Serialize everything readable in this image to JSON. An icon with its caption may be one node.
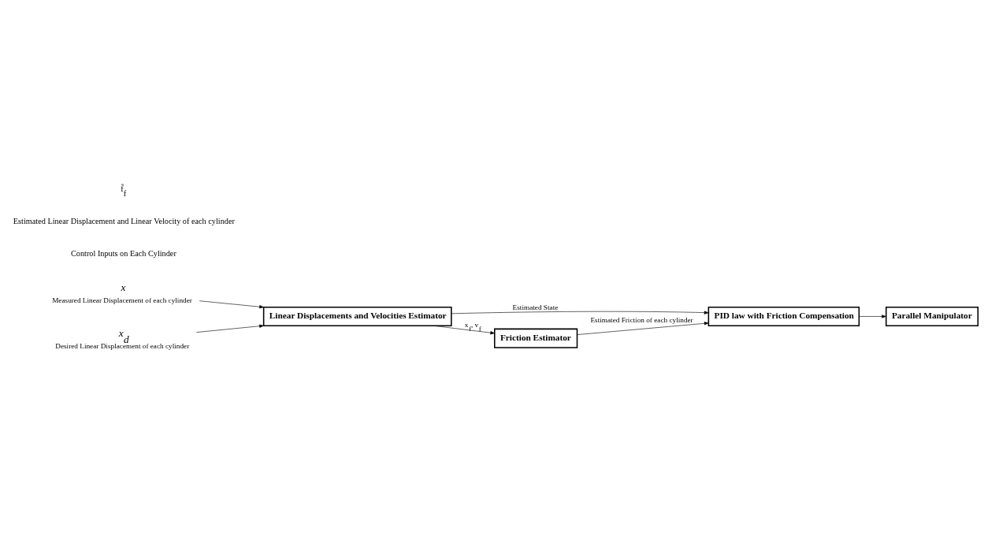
{
  "diagram": {
    "nodes": [
      {
        "text": [
          "x"
        ],
        "beside": [
          "Measured Linear Displacement of each cylinder"
        ]
      },
      {
        "text": [
          "x$_{d}$"
        ],
        "beside": [
          "Desired Linear Displacement of each cylinder"
        ]
      },
      {
        "text": [
          "Linear Displacements and Velocities Estimator"
        ]
      },
      {
        "text": [
          "PID law with Friction Compensation"
        ]
      },
      {
        "text": [
          "Parallel Manipulator"
        ]
      },
      {
        "text": [
          "Friction Estimator"
        ]
      }
    ],
    "edges": [
      {
        "from": 0,
        "to": 2,
        "arrow": "to"
      },
      {
        "from": 1,
        "to": 2,
        "arrow": "to"
      },
      {
        "from": 2,
        "to": 3,
        "arrow": "to",
        "label": "Estimated State"
      },
      {
        "from": 3,
        "to": 4,
        "arrow": "to"
      },
      {
        "from": 2,
        "to": 5,
        "arrow": "to",
        "label": "x$_{f}$, v$_{f}$"
      },
      {
        "from": 5,
        "to": 3,
        "arrow": "to",
        "label": "Estimated Friction of each cylinder"
      }
    ],
    "labels": [
      "Control Inputs on Each Cylinder",
      "Estimated Linear Displacement and Linear Velocity of each cylinder",
      "f̂$_{f}$"
    ]
  }
}
